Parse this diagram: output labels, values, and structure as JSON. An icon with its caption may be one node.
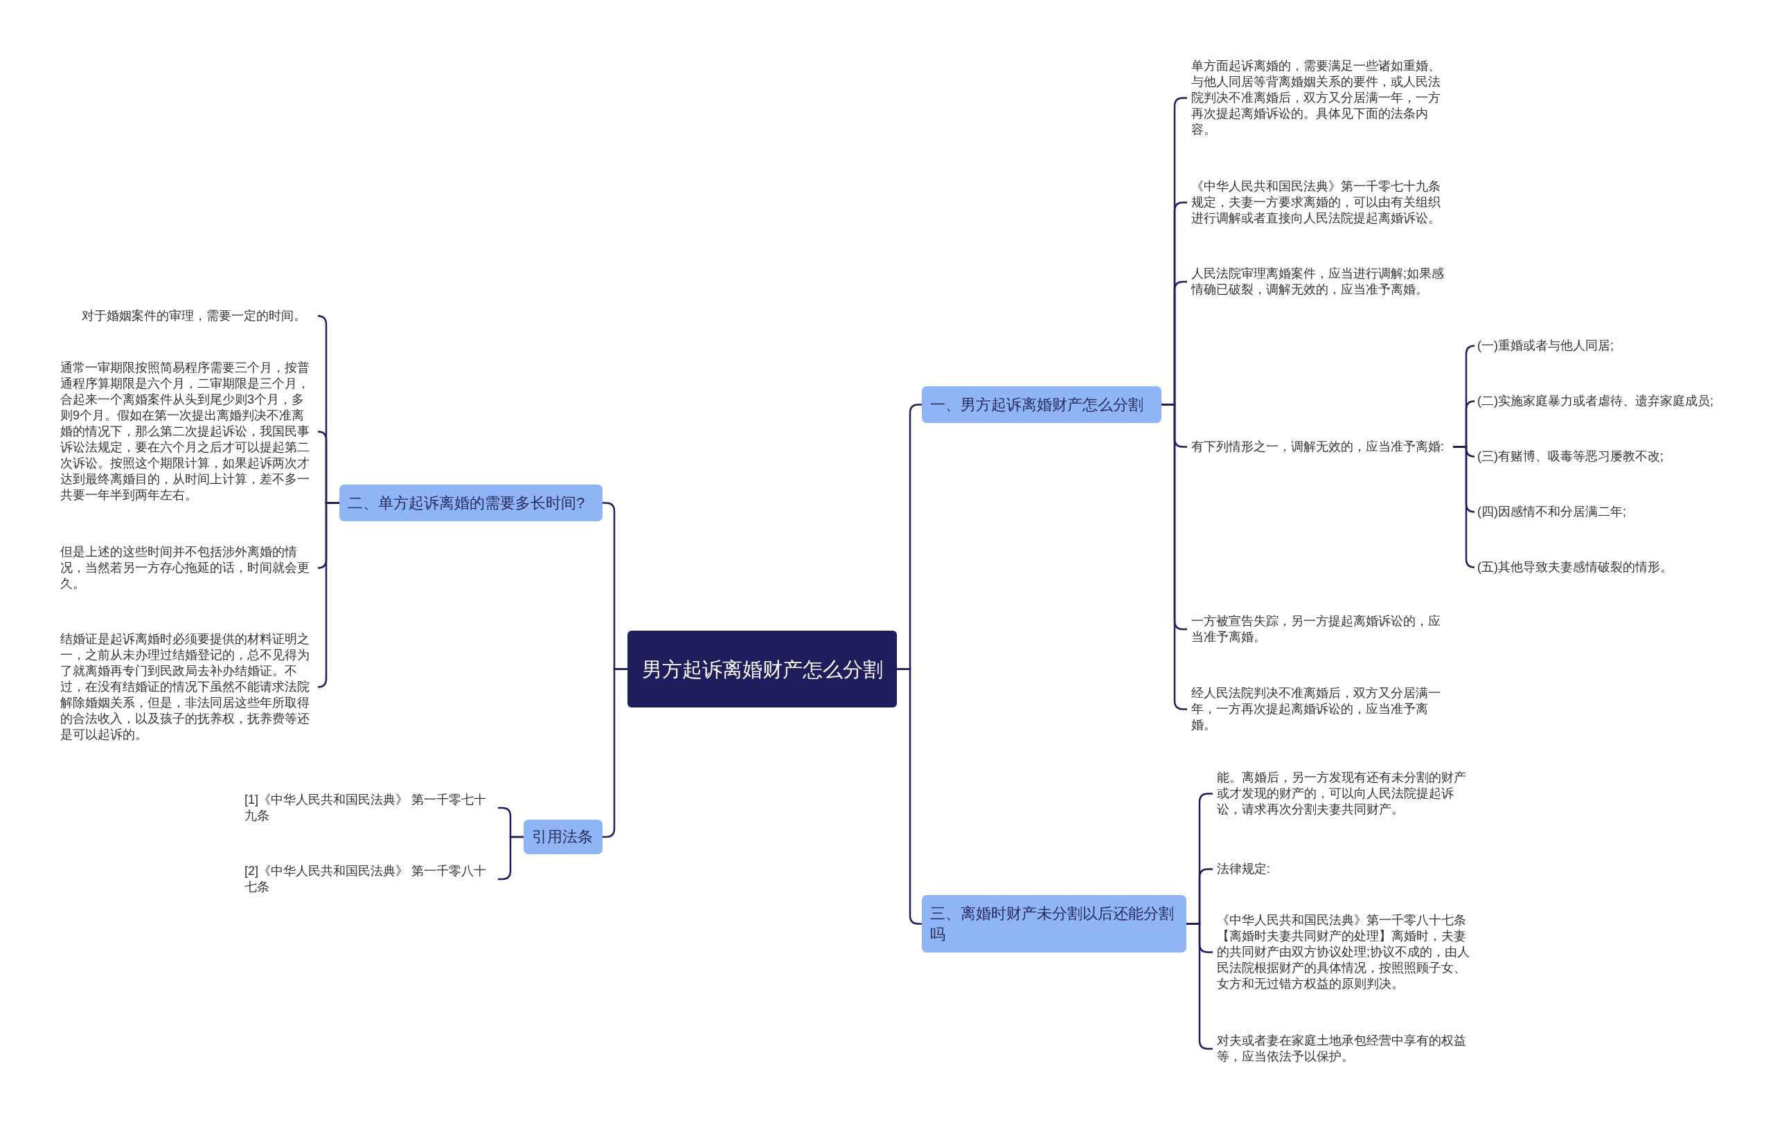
{
  "diagram": {
    "nodes": [
      {
        "text": [
          "男方起诉离婚财产怎么分割"
        ]
      },
      {
        "text": [
          "一、男方起诉离婚财产怎么分割"
        ]
      },
      {
        "text": [
          "单方面起诉离婚的，需要满足一些诸如重婚、与他人同居等背离婚姻关系的要件，或人民法院判决不准离婚后，双方又分居满一年，一方再次提起离婚诉讼的。具体见下面的法条内容。"
        ]
      },
      {
        "text": [
          "《中华人民共和国民法典》第一千零七十九条规定，夫妻一方要求离婚的，可以由有关组织进行调解或者直接向人民法院提起离婚诉讼。"
        ]
      },
      {
        "text": [
          "人民法院审理离婚案件，应当进行调解;如果感情确已破裂，调解无效的，应当准予离婚。"
        ]
      },
      {
        "text": [
          "有下列情形之一，调解无效的，应当准予离婚:"
        ]
      },
      {
        "text": [
          "(一)重婚或者与他人同居;"
        ]
      },
      {
        "text": [
          "(二)实施家庭暴力或者虐待、遗弃家庭成员;"
        ]
      },
      {
        "text": [
          "(三)有赌博、吸毒等恶习屡教不改;"
        ]
      },
      {
        "text": [
          "(四)因感情不和分居满二年;"
        ]
      },
      {
        "text": [
          "(五)其他导致夫妻感情破裂的情形。"
        ]
      },
      {
        "text": [
          "一方被宣告失踪，另一方提起离婚诉讼的，应当准予离婚。"
        ]
      },
      {
        "text": [
          "经人民法院判决不准离婚后，双方又分居满一年，一方再次提起离婚诉讼的，应当准予离婚。"
        ]
      },
      {
        "text": [
          "二、单方起诉离婚的需要多长时间?"
        ]
      },
      {
        "text": [
          "对于婚姻案件的审理，需要一定的时间。"
        ]
      },
      {
        "text": [
          "通常一审期限按照简易程序需要三个月，按普通程序算期限是六个月，二审期限是三个月，合起来一个离婚案件从头到尾少则3个月，多则9个月。假如在第一次提出离婚判决不准离婚的情况下，那么第二次提起诉讼，我国民事诉讼法规定，要在六个月之后才可以提起第二次诉讼。按照这个期限计算，如果起诉两次才达到最终离婚目的，从时间上计算，差不多一共要一年半到两年左右。"
        ]
      },
      {
        "text": [
          "但是上述的这些时间并不包括涉外离婚的情况，当然若另一方存心拖延的话，时间就会更久。"
        ]
      },
      {
        "text": [
          "结婚证是起诉离婚时必须要提供的材料证明之一，之前从未办理过结婚登记的，总不见得为了就离婚再专门到民政局去补办结婚证。不过，在没有结婚证的情况下虽然不能请求法院解除婚姻关系，但是，非法同居这些年所取得的合法收入，以及孩子的抚养权，抚养费等还是可以起诉的。"
        ]
      },
      {
        "text": [
          "引用法条"
        ]
      },
      {
        "text": [
          "[1]《中华人民共和国民法典》 第一千零七十九条"
        ]
      },
      {
        "text": [
          "[2]《中华人民共和国民法典》 第一千零八十七条"
        ]
      },
      {
        "text": [
          "三、离婚时财产未分割以后还能分割吗"
        ]
      },
      {
        "text": [
          "能。离婚后，另一方发现有还有未分割的财产或才发现的财产的，可以向人民法院提起诉讼，请求再次分割夫妻共同财产。"
        ]
      },
      {
        "text": [
          "法律规定:"
        ]
      },
      {
        "text": [
          "《中华人民共和国民法典》第一千零八十七条【离婚时夫妻共同财产的处理】离婚时，夫妻的共同财产由双方协议处理;协议不成的，由人民法院根据财产的具体情况，按照照顾子女、女方和无过错方权益的原则判决。"
        ]
      },
      {
        "text": [
          "对夫或者妻在家庭土地承包经营中享有的权益等，应当依法予以保护。"
        ]
      }
    ],
    "edges": [
      {
        "from": 0,
        "to": 1,
        "arrow": "none"
      },
      {
        "from": 1,
        "to": 2,
        "arrow": "none"
      },
      {
        "from": 1,
        "to": 3,
        "arrow": "none"
      },
      {
        "from": 1,
        "to": 4,
        "arrow": "none"
      },
      {
        "from": 1,
        "to": 5,
        "arrow": "none"
      },
      {
        "from": 5,
        "to": 6,
        "arrow": "none"
      },
      {
        "from": 5,
        "to": 7,
        "arrow": "none"
      },
      {
        "from": 5,
        "to": 8,
        "arrow": "none"
      },
      {
        "from": 5,
        "to": 9,
        "arrow": "none"
      },
      {
        "from": 5,
        "to": 10,
        "arrow": "none"
      },
      {
        "from": 1,
        "to": 11,
        "arrow": "none"
      },
      {
        "from": 1,
        "to": 12,
        "arrow": "none"
      },
      {
        "from": 0,
        "to": 13,
        "arrow": "none"
      },
      {
        "from": 13,
        "to": 14,
        "arrow": "none"
      },
      {
        "from": 13,
        "to": 15,
        "arrow": "none"
      },
      {
        "from": 13,
        "to": 16,
        "arrow": "none"
      },
      {
        "from": 13,
        "to": 17,
        "arrow": "none"
      },
      {
        "from": 0,
        "to": 18,
        "arrow": "none"
      },
      {
        "from": 18,
        "to": 19,
        "arrow": "none"
      },
      {
        "from": 18,
        "to": 20,
        "arrow": "none"
      },
      {
        "from": 0,
        "to": 21,
        "arrow": "none"
      },
      {
        "from": 21,
        "to": 22,
        "arrow": "none"
      },
      {
        "from": 21,
        "to": 23,
        "arrow": "none"
      },
      {
        "from": 21,
        "to": 24,
        "arrow": "none"
      },
      {
        "from": 21,
        "to": 25,
        "arrow": "none"
      }
    ]
  }
}
